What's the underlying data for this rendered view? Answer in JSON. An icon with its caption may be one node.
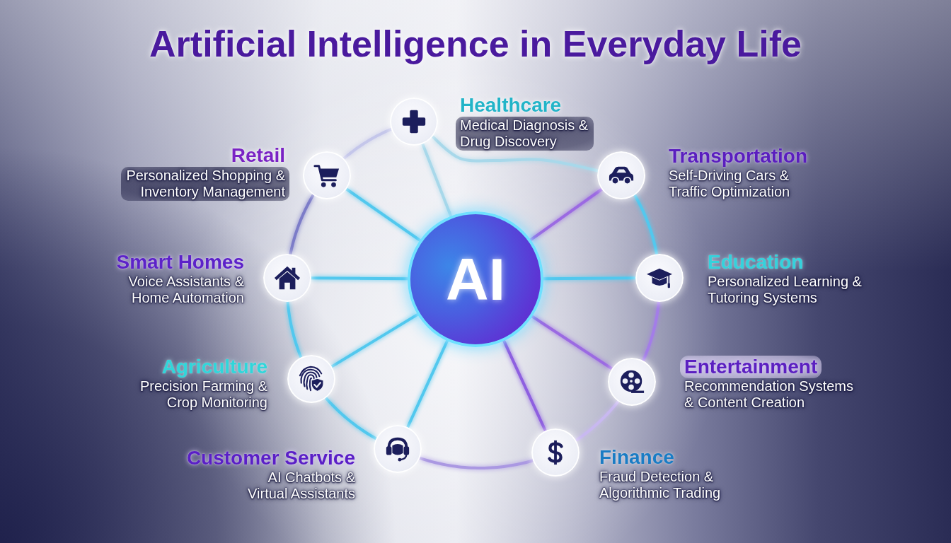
{
  "diagram": {
    "title": "Artificial Intelligence in Everyday Life",
    "nodes": [
      {
        "text": [
          "AI"
        ]
      },
      {
        "text": [],
        "shape": "circle",
        "beside": [
          "Healthcare",
          "Medical Diagnosis & Drug Discovery"
        ]
      },
      {
        "text": [],
        "shape": "circle",
        "beside": [
          "Transportation",
          "Self-Driving Cars & Traffic Optimization"
        ]
      },
      {
        "text": [],
        "shape": "circle",
        "beside": [
          "Education",
          "Personalized Learning & Tutoring Systems"
        ]
      },
      {
        "text": [],
        "shape": "circle",
        "beside": [
          "Entertainment",
          "Recommendation Systems & Content Creation"
        ]
      },
      {
        "text": [],
        "shape": "circle",
        "beside": [
          "Finance",
          "Fraud Detection & Algorithmic Trading"
        ]
      },
      {
        "text": [],
        "shape": "circle",
        "beside": [
          "Customer Service",
          "AI Chatbots & Virtual Assistants"
        ]
      },
      {
        "text": [],
        "shape": "circle",
        "beside": [
          "Agriculture",
          "Precision Farming & Crop Monitoring"
        ]
      },
      {
        "text": [],
        "shape": "circle",
        "beside": [
          "Smart Homes",
          "Voice Assistants & Home Automation"
        ]
      },
      {
        "text": [],
        "shape": "circle",
        "beside": [
          "Retail",
          "Personalized Shopping & Inventory Management"
        ]
      }
    ],
    "edges": [
      {
        "from": 0,
        "to": 1,
        "arrow": "none",
        "color": "#a8d8ea"
      },
      {
        "from": 0,
        "to": 2,
        "arrow": "none",
        "color": "#9b6ae2"
      },
      {
        "from": 0,
        "to": 3,
        "arrow": "none"
      },
      {
        "from": 0,
        "to": 4,
        "arrow": "none",
        "color": "#9b6ae2"
      },
      {
        "from": 0,
        "to": 5,
        "arrow": "none",
        "color": "#8e5fe0"
      },
      {
        "from": 0,
        "to": 6,
        "arrow": "none"
      },
      {
        "from": 0,
        "to": 7,
        "arrow": "none"
      },
      {
        "from": 0,
        "to": 8,
        "arrow": "none"
      },
      {
        "from": 0,
        "to": 9,
        "arrow": "none"
      },
      {
        "from": 1,
        "to": 2,
        "arrow": "none",
        "color": "#a8d8ea"
      },
      {
        "from": 2,
        "to": 3,
        "arrow": "none"
      },
      {
        "from": 3,
        "to": 4,
        "arrow": "none",
        "color": "#a37de8"
      },
      {
        "from": 4,
        "to": 5,
        "arrow": "none",
        "color": "#c8b8f0"
      },
      {
        "from": 5,
        "to": 6,
        "arrow": "none",
        "color": "#aa98e2"
      },
      {
        "from": 6,
        "to": 7,
        "arrow": "none"
      },
      {
        "from": 7,
        "to": 8,
        "arrow": "none"
      },
      {
        "from": 8,
        "to": 9,
        "arrow": "none",
        "color": "#7c7cc8"
      },
      {
        "from": 9,
        "to": 1,
        "arrow": "none",
        "color": "#c4c6ea"
      }
    ]
  }
}
